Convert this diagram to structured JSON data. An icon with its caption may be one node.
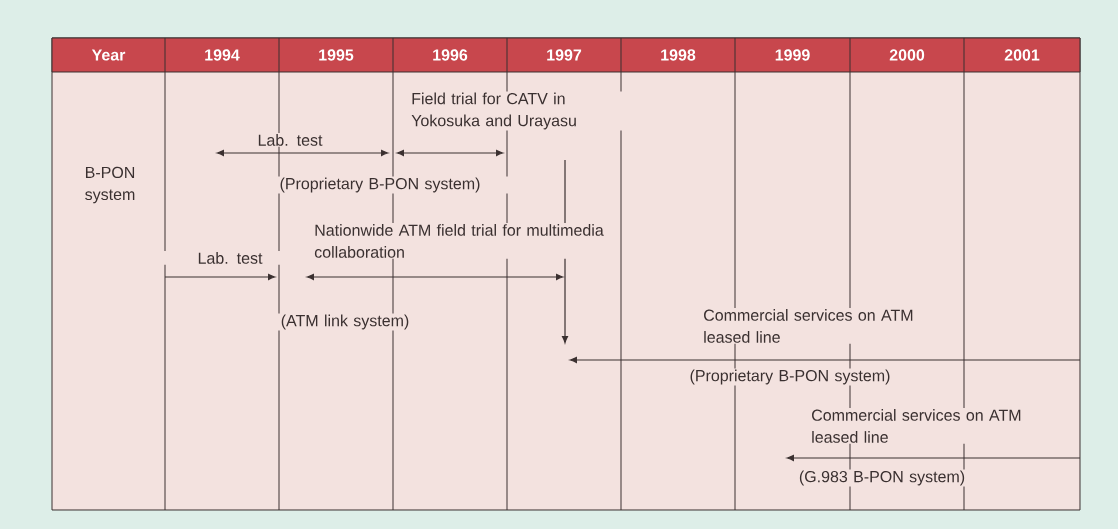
{
  "diagram": {
    "labels": [
      "Year",
      "1994",
      "1995",
      "1996",
      "1997",
      "1998",
      "1999",
      "2000",
      "2001",
      "B-PON system",
      "Field trial for CATV in Yokosuka and Urayasu",
      "Lab. test",
      "(Proprietary B-PON system)",
      "Nationwide ATM field trial for multimedia collaboration",
      "Lab. test",
      "(ATM link system)",
      "Commercial services on ATM leased line",
      "(Proprietary B-PON system)",
      "Commercial services on ATM leased line",
      "(G.983 B-PON system)"
    ]
  }
}
